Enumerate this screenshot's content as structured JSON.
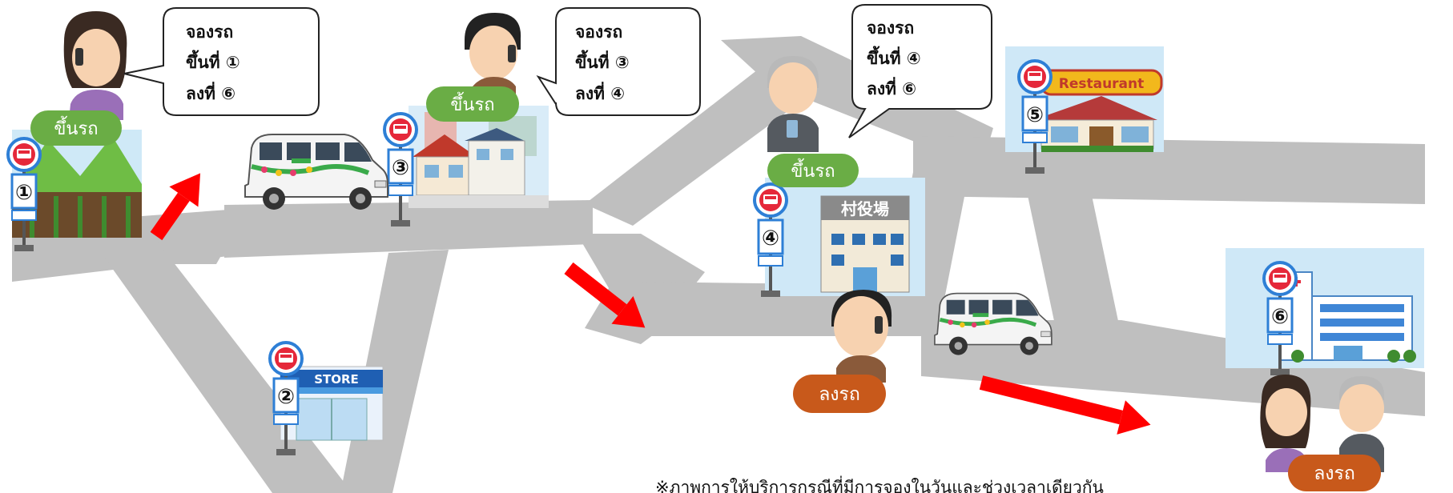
{
  "speech_bubbles": [
    {
      "line1": "จองรถ",
      "line2": "ขึ้นที่ ①",
      "line3": "ลงที่ ⑥"
    },
    {
      "line1": "จองรถ",
      "line2": "ขึ้นที่ ③",
      "line3": "ลงที่ ④"
    },
    {
      "line1": "จองรถ",
      "line2": "ขึ้นที่ ④",
      "line3": "ลงที่ ⑥"
    }
  ],
  "board_labels": [
    "ขึ้นรถ",
    "ขึ้นรถ",
    "ขึ้นรถ"
  ],
  "alight_labels": [
    "ลงรถ",
    "ลงรถ"
  ],
  "stop_numbers": [
    "①",
    "②",
    "③",
    "④",
    "⑤",
    "⑥"
  ],
  "signs": {
    "store": "STORE",
    "restaurant": "Restaurant",
    "village_office": "村役場"
  },
  "footnote": "※ภาพการให้บริการกรณีที่มีการจองในวันและช่วงเวลาเดียวกัน",
  "colors": {
    "road": "#bfbfbf",
    "board_pill": "#6aad45",
    "alight_pill": "#c8591b",
    "arrow": "#ff0000",
    "bus_stop_sign": "#e5283a",
    "bus_stop_ring": "#2e7fd6"
  }
}
